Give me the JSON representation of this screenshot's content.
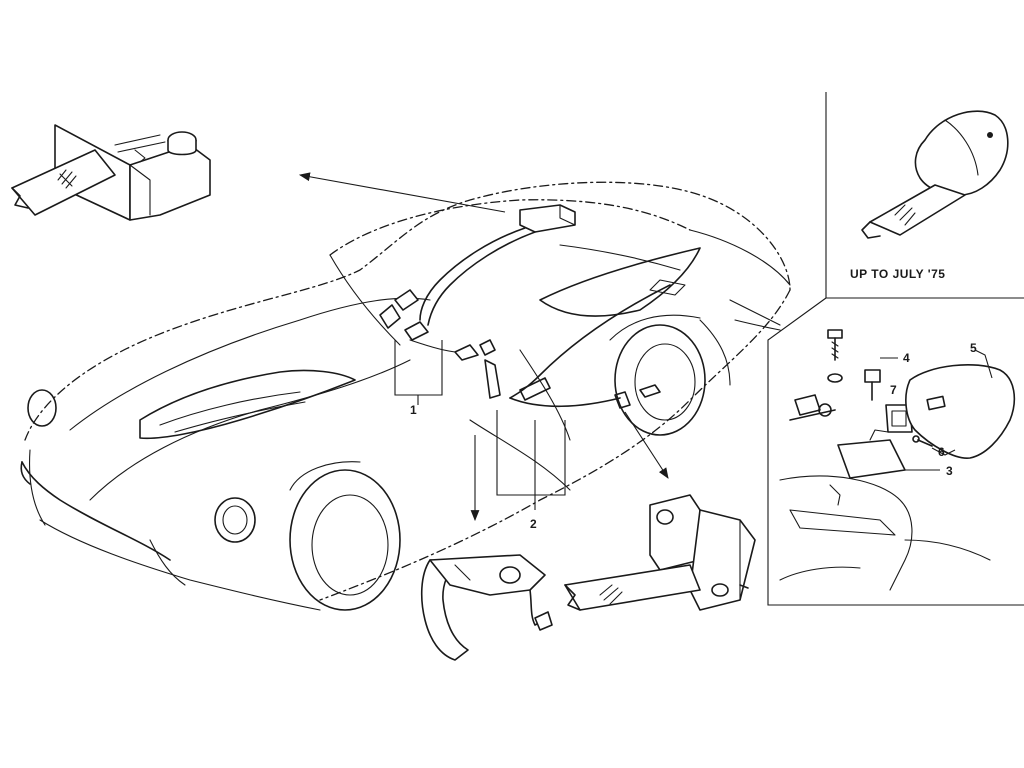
{
  "inset_caption": "UP TO JULY '75",
  "callouts": {
    "c1": "1",
    "c2": "2",
    "c3": "3",
    "c4": "4",
    "c5": "5",
    "c6": "6",
    "c7": "7"
  },
  "colors": {
    "ink": "#1a1a1a",
    "paper": "#ffffff"
  }
}
